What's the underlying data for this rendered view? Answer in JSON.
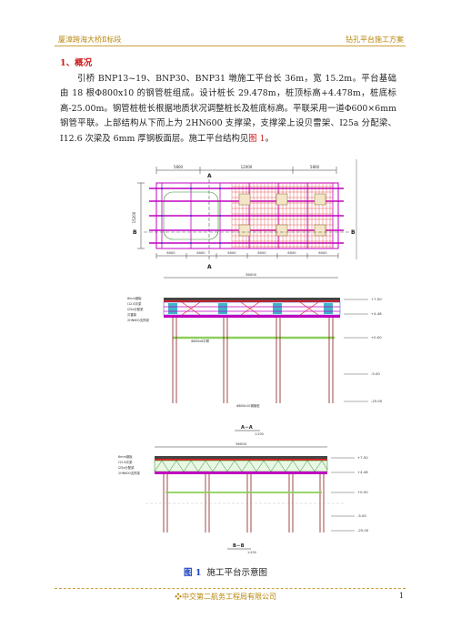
{
  "header": {
    "left": "厦漳跨海大桥Ⅱ标段",
    "right": "钻孔平台施工方案"
  },
  "section": {
    "title": "1、概况"
  },
  "body": {
    "paragraph": "引桥 BNP13~19、BNP30、BNP31 墩施工平台长 36m，宽 15.2m。平台基础由 18 根Φ800x10 的钢管桩组成。设计桩长 29.478m，桩顶标高+4.478m，桩底标高-25.00m。钢管桩桩长根据地质状况调整桩长及桩底标高。平联采用一道Φ600×6mm 钢管平联。上部结构从下而上为 2HN600 支撑梁，支撑梁上设贝雷架、I25a 分配梁、I12.6 次梁及 6mm 厚钢板面层。施工平台结构见",
    "figure_ref": "图 1",
    "end": "。"
  },
  "drawing": {
    "section_a": "A",
    "section_b": "B",
    "elev_aa": "A－A",
    "elev_bb": "B－B",
    "scale": "1:200",
    "dims_top": [
      "5800",
      "12000",
      "5800"
    ],
    "dims_bottom": [
      "6000",
      "6000",
      "6000",
      "6000",
      "6000",
      "6000"
    ],
    "total_length": "36000",
    "width": "15200",
    "elev_labels": [
      "+7.50",
      "+4.48",
      "+0.00",
      "-5.00",
      "-25.00"
    ],
    "member_labels": [
      "6mm钢板",
      "I12.6次梁",
      "I25a分配梁",
      "贝雷架",
      "2HN600支撑梁",
      "Φ800x10钢管桩",
      "Φ600x6平联"
    ]
  },
  "caption": {
    "label": "图 1",
    "text": "施工平台示意图"
  },
  "footer": {
    "company": "中交第二航务工程局有限公司",
    "page": "1"
  },
  "colors": {
    "header_text": "#b8860b",
    "section_title": "#d01818",
    "figure_label": "#1c43c4",
    "plan_beam": "#c000c0",
    "grid_red": "#e02020",
    "pile_line": "#8b1a1a",
    "truss_green": "#2a8a2a"
  }
}
